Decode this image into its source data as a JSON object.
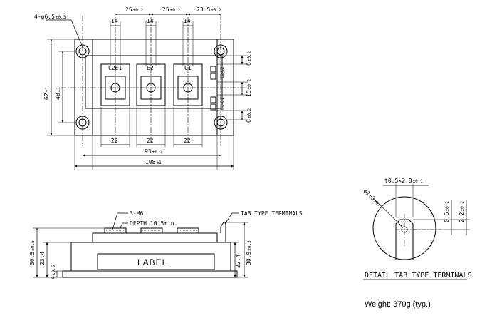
{
  "top_view": {
    "hole_callout": "4-φ6.5",
    "hole_tol": "±0.3",
    "pitch_1": "25",
    "pitch_1_tol": "±0.2",
    "pitch_2": "25",
    "pitch_2_tol": "±0.2",
    "pitch_3": "23.5",
    "pitch_3_tol": "±0.2",
    "terminal_width_1": "14",
    "terminal_width_2": "14",
    "terminal_width_3": "14",
    "terminal_labels": [
      "C2E1",
      "E2",
      "C1"
    ],
    "height_outer": "62",
    "height_outer_tol": "±1",
    "height_inner": "48",
    "height_inner_tol": "±1",
    "right_dim_top": "6",
    "right_dim_top_tol": "±0.2",
    "right_dim_mid": "15",
    "right_dim_mid_tol": "±0.2",
    "right_dim_bot": "6",
    "right_dim_bot_tol": "±0.2",
    "tab_labels": [
      "G2",
      "E2",
      "E1",
      "G1"
    ],
    "bottom_width_1": "22",
    "bottom_width_2": "22",
    "bottom_width_3": "22",
    "mount_pitch": "93",
    "mount_pitch_tol": "±0.2",
    "overall_width": "108",
    "overall_width_tol": "±1"
  },
  "side_view": {
    "screw_callout": "3-M6",
    "depth_callout": "DEPTH 10.5min.",
    "tab_callout": "TAB TYPE TERMINALS",
    "label_text": "LABEL",
    "height_total": "30.5",
    "height_total_tol": "±0.5",
    "height_body": "23.4",
    "height_base": "4",
    "height_base_tol": "±0.5",
    "height_right_total": "30.9",
    "height_right_total_tol": "±0.3",
    "height_right_body": "22.4"
  },
  "detail": {
    "tab_dims": "t0.5×2.8",
    "tab_dims_tol": "±0.1",
    "hole_dim": "φ1.3",
    "hole_dim_tol": "±0.2",
    "dim_a": "0.5",
    "dim_a_tol": "±0.2",
    "dim_b": "2.2",
    "dim_b_tol": "±0.2",
    "caption": "DETAIL TAB TYPE TERMINALS"
  },
  "weight_text": "Weight: 370g (typ.)"
}
